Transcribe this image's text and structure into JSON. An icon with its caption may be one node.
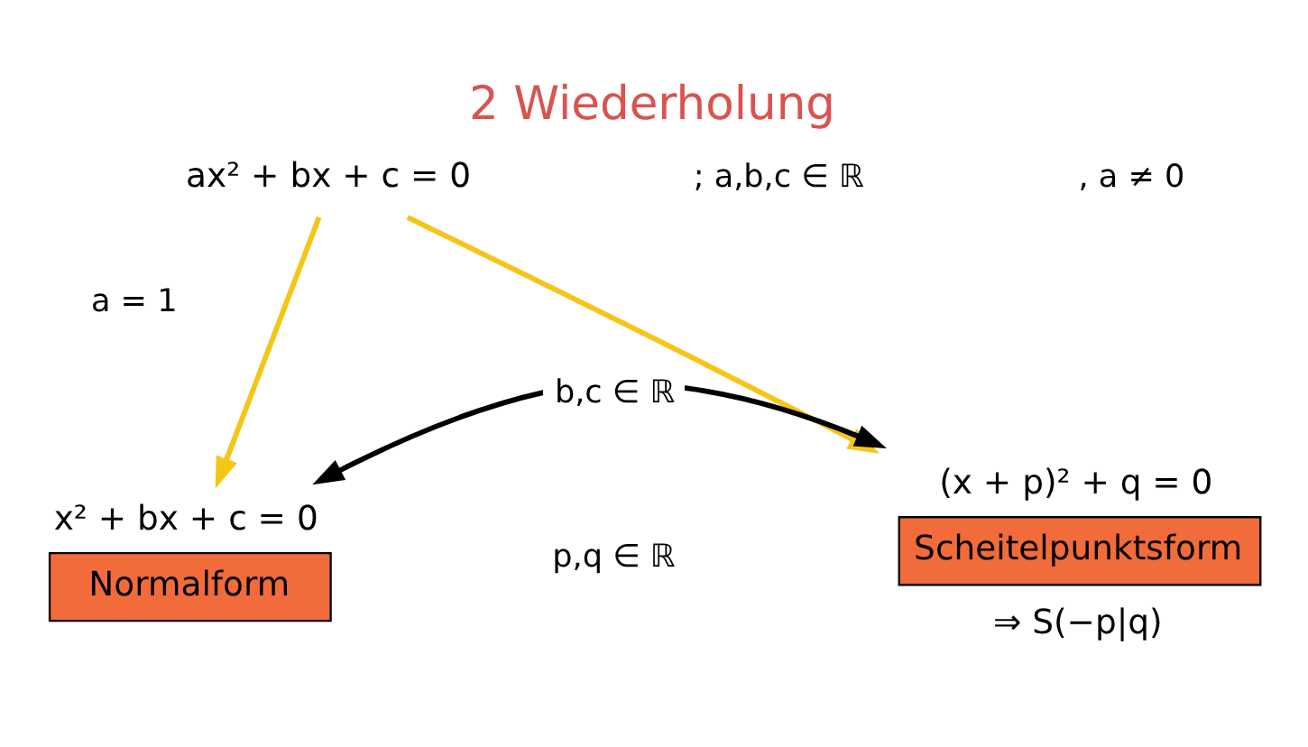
{
  "diagram": {
    "title": "2 Wiederholung",
    "nodes": [
      {
        "text": [
          "ax² + bx + c = 0"
        ]
      },
      {
        "text": [
          "x² + bx + c = 0",
          "Normalform"
        ]
      },
      {
        "text": [
          "(x + p)² + q = 0",
          "Scheitelpunktsform"
        ],
        "beside": [
          "⇒ S(−p|q)"
        ]
      }
    ],
    "edges": [
      {
        "from": 0,
        "to": 1,
        "arrow": "to",
        "color": "#f5c518"
      },
      {
        "from": 0,
        "to": 2,
        "arrow": "to",
        "color": "#f5c518"
      },
      {
        "from": 1,
        "to": 2,
        "arrow": "both",
        "label": "b,c ∈ ℝ",
        "color": "#000000"
      }
    ],
    "labels": [
      "; a,b,c ∈ ℝ",
      ", a ≠ 0",
      "a = 1",
      "p,q ∈ ℝ"
    ]
  }
}
